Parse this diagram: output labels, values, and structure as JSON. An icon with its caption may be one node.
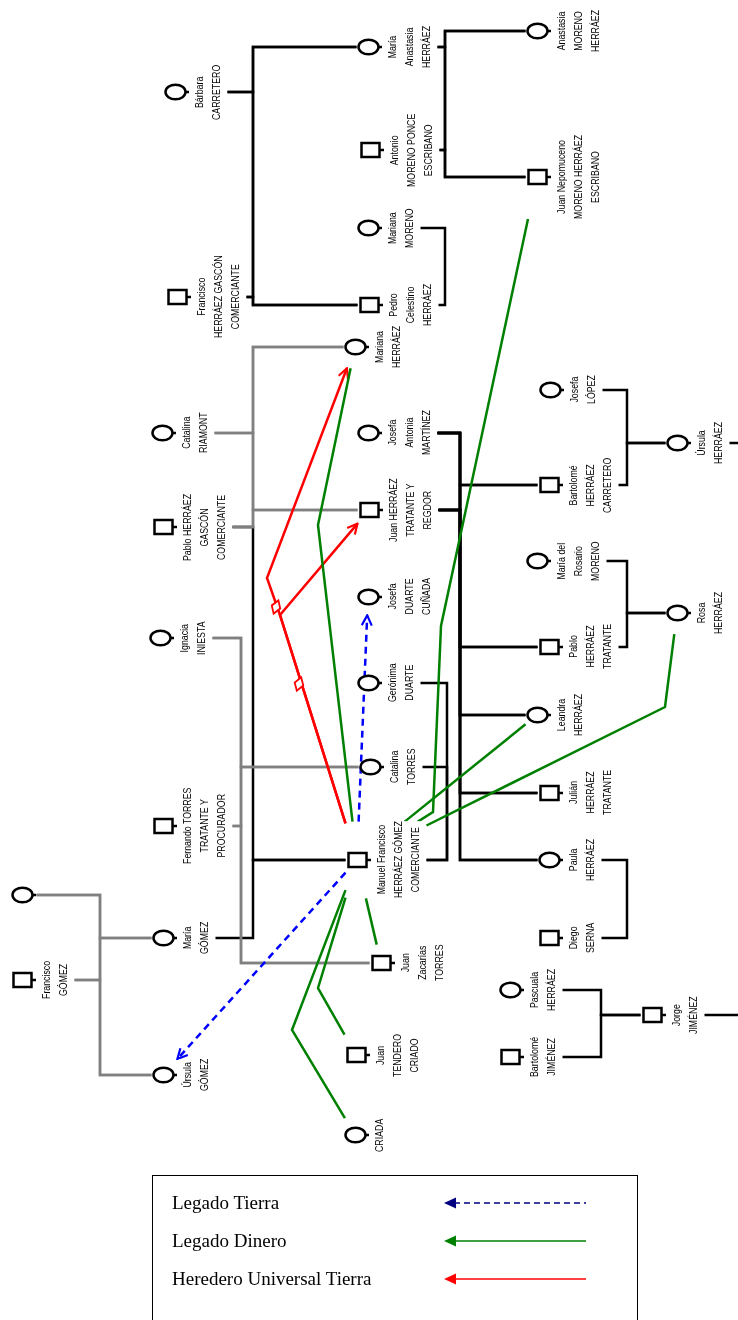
{
  "diagram": {
    "nodes": [
      {
        "text": [],
        "shape": "circle"
      },
      {
        "text": [
          "Francisco GÓMEZ"
        ]
      },
      {
        "text": [
          "Bárbara CARRETERO"
        ]
      },
      {
        "text": [
          "Francisco HERRÁEZ GASCÓN",
          "COMERCIANTE"
        ]
      },
      {
        "text": [
          "Catalina RIAMONT"
        ]
      },
      {
        "text": [
          "Pablo HERRÁEZ GASCÓN",
          "COMERCIANTE"
        ]
      },
      {
        "text": [
          "Ignacia INIESTA"
        ]
      },
      {
        "text": [
          "Fernando TORRES",
          "TRATANTE Y PROCURADOR"
        ]
      },
      {
        "text": [
          "María GÓMEZ"
        ]
      },
      {
        "text": [
          "Úrsula GÓMEZ"
        ]
      },
      {
        "text": [
          "María Anastasia HERRÁEZ"
        ]
      },
      {
        "text": [
          "Antonio MORENO PONCE",
          "ESCRIBANO"
        ]
      },
      {
        "text": [
          "Mariana MORENO"
        ]
      },
      {
        "text": [
          "Pedro Celestino HERRÁEZ"
        ]
      },
      {
        "text": [
          "Mariana HERRÁEZ"
        ]
      },
      {
        "text": [
          "Josefa Antonia MARTÍNEZ"
        ]
      },
      {
        "text": [
          "Juan HERRÁEZ",
          "TRATANTE Y REGDOR"
        ]
      },
      {
        "text": [
          "Josefa DUARTE",
          "CUÑADA"
        ]
      },
      {
        "text": [
          "Gerónima DUARTE"
        ]
      },
      {
        "text": [
          "Catalina TORRES"
        ]
      },
      {
        "text": [
          "Manuel Francisco HERRÁEZ GÓMEZ",
          "COMERCIANTE"
        ]
      },
      {
        "text": [
          "Juan Zacarías TORRES"
        ]
      },
      {
        "text": [
          "Juan TENDERO",
          "CRIADO"
        ]
      },
      {
        "text": [
          "CRIADA"
        ]
      },
      {
        "text": [
          "Anastasia MORENO HERRÁEZ"
        ]
      },
      {
        "text": [
          "Juan Nepomuceno MORENO HERRÁEZ",
          "ESCRIBANO"
        ]
      },
      {
        "text": [
          "Josefa LÓPEZ"
        ]
      },
      {
        "text": [
          "Bartolomé HERRÁEZ CARRETERO"
        ]
      },
      {
        "text": [
          "María del Rosario MORENO"
        ]
      },
      {
        "text": [
          "Pablo HERRÁEZ",
          "TRATANTE"
        ]
      },
      {
        "text": [
          "Leandra HERRÁEZ"
        ]
      },
      {
        "text": [
          "Julián HERRÁEZ",
          "TRATANTE"
        ]
      },
      {
        "text": [
          "Paula HERRÁEZ"
        ]
      },
      {
        "text": [
          "Diego SERNA"
        ]
      },
      {
        "text": [
          "Pascuala HERRÁEZ"
        ]
      },
      {
        "text": [
          "Bartolomé JIMÉNEZ"
        ]
      },
      {
        "text": [
          "Úrsula HERRÁEZ"
        ]
      },
      {
        "text": [
          "Rosa HERRÁEZ"
        ]
      },
      {
        "text": [
          "Jorge JIMÉNEZ"
        ]
      }
    ],
    "edges": [
      {
        "from": 2,
        "to": 10,
        "arrow": "none"
      },
      {
        "from": 2,
        "to": 13,
        "arrow": "none"
      },
      {
        "from": 3,
        "to": 10,
        "arrow": "none"
      },
      {
        "from": 3,
        "to": 13,
        "arrow": "none"
      },
      {
        "from": 10,
        "to": 24,
        "arrow": "none"
      },
      {
        "from": 10,
        "to": 25,
        "arrow": "none"
      },
      {
        "from": 11,
        "to": 24,
        "arrow": "none"
      },
      {
        "from": 11,
        "to": 25,
        "arrow": "none"
      },
      {
        "from": 12,
        "to": 13,
        "arrow": "none"
      },
      {
        "from": 4,
        "to": 14,
        "arrow": "none",
        "color": "#808080"
      },
      {
        "from": 4,
        "to": 16,
        "arrow": "none",
        "color": "#808080"
      },
      {
        "from": 5,
        "to": 14,
        "arrow": "none",
        "color": "#808080"
      },
      {
        "from": 5,
        "to": 16,
        "arrow": "none",
        "color": "#808080"
      },
      {
        "from": 5,
        "to": 20,
        "arrow": "none"
      },
      {
        "from": 8,
        "to": 20,
        "arrow": "none"
      },
      {
        "from": 6,
        "to": 19,
        "arrow": "none",
        "color": "#808080"
      },
      {
        "from": 6,
        "to": 21,
        "arrow": "none",
        "color": "#808080"
      },
      {
        "from": 7,
        "to": 19,
        "arrow": "none",
        "color": "#808080"
      },
      {
        "from": 7,
        "to": 21,
        "arrow": "none",
        "color": "#808080"
      },
      {
        "from": 0,
        "to": 8,
        "arrow": "none",
        "color": "#808080"
      },
      {
        "from": 0,
        "to": 9,
        "arrow": "none",
        "color": "#808080"
      },
      {
        "from": 1,
        "to": 8,
        "arrow": "none",
        "color": "#808080"
      },
      {
        "from": 1,
        "to": 9,
        "arrow": "none",
        "color": "#808080"
      },
      {
        "from": 16,
        "to": 27,
        "arrow": "none"
      },
      {
        "from": 16,
        "to": 29,
        "arrow": "none"
      },
      {
        "from": 16,
        "to": 30,
        "arrow": "none"
      },
      {
        "from": 16,
        "to": 31,
        "arrow": "none"
      },
      {
        "from": 16,
        "to": 32,
        "arrow": "none"
      },
      {
        "from": 15,
        "to": 27,
        "arrow": "none"
      },
      {
        "from": 15,
        "to": 29,
        "arrow": "none"
      },
      {
        "from": 15,
        "to": 30,
        "arrow": "none"
      },
      {
        "from": 15,
        "to": 31,
        "arrow": "none"
      },
      {
        "from": 15,
        "to": 32,
        "arrow": "none"
      },
      {
        "from": 20,
        "to": 18,
        "arrow": "none"
      },
      {
        "from": 20,
        "to": 19,
        "arrow": "none"
      },
      {
        "from": 26,
        "to": 36,
        "arrow": "none"
      },
      {
        "from": 27,
        "to": 36,
        "arrow": "none"
      },
      {
        "from": 28,
        "to": 37,
        "arrow": "none"
      },
      {
        "from": 29,
        "to": 37,
        "arrow": "none"
      },
      {
        "from": 32,
        "to": 33,
        "arrow": "none"
      },
      {
        "from": 34,
        "to": 38,
        "arrow": "none"
      },
      {
        "from": 35,
        "to": 38,
        "arrow": "none"
      },
      {
        "from": 36,
        "to": null,
        "arrow": "none"
      },
      {
        "from": 38,
        "to": null,
        "arrow": "none"
      },
      {
        "from": 20,
        "to": 17,
        "arrow": "to",
        "style": "dashed",
        "color": "#0000ff"
      },
      {
        "from": 20,
        "to": 9,
        "arrow": "to",
        "style": "dashed",
        "color": "#0000ff"
      },
      {
        "from": 20,
        "to": 14,
        "arrow": "to",
        "color": "#ff0000"
      },
      {
        "from": 20,
        "to": 16,
        "arrow": "to",
        "color": "#ff0000"
      },
      {
        "from": 20,
        "to": 14,
        "arrow": "none",
        "color": "#008000"
      },
      {
        "from": 20,
        "to": 25,
        "arrow": "none",
        "color": "#008000"
      },
      {
        "from": 20,
        "to": 30,
        "arrow": "none",
        "color": "#008000"
      },
      {
        "from": 20,
        "to": 37,
        "arrow": "none",
        "color": "#008000"
      },
      {
        "from": 20,
        "to": 21,
        "arrow": "none",
        "color": "#008000"
      },
      {
        "from": 20,
        "to": 22,
        "arrow": "none",
        "color": "#008000"
      },
      {
        "from": 20,
        "to": 23,
        "arrow": "none",
        "color": "#008000"
      }
    ],
    "legend": [
      {
        "text": "Legado Tierra"
      },
      {
        "text": "Legado Dinero"
      },
      {
        "text": "Heredero Universal Tierra"
      }
    ]
  }
}
